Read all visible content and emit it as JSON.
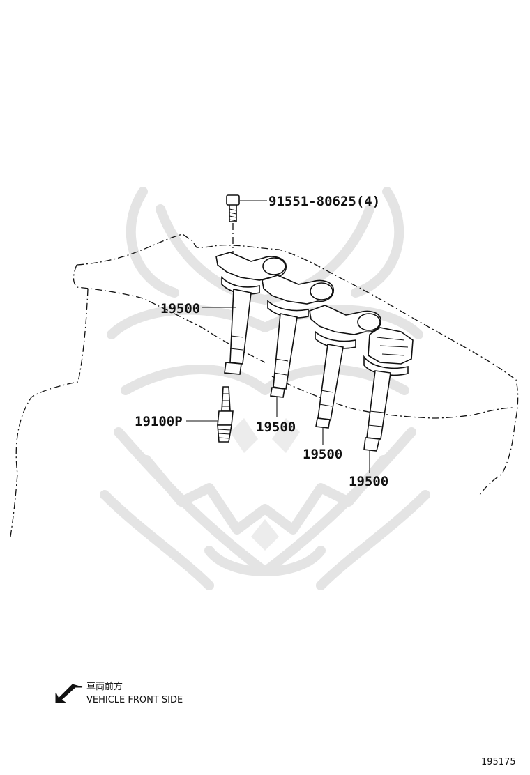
{
  "diagram": {
    "callouts": [
      {
        "id": "bolt",
        "label": "91551-80625(4)"
      },
      {
        "id": "coil-1",
        "label": "19500"
      },
      {
        "id": "coil-2",
        "label": "19500"
      },
      {
        "id": "coil-3",
        "label": "19500"
      },
      {
        "id": "coil-4",
        "label": "19500"
      },
      {
        "id": "spark-plug",
        "label": "19100P"
      }
    ],
    "direction_note": {
      "japanese": "車両前方",
      "english": "VEHICLE FRONT SIDE",
      "icon": "arrow-down-left-icon"
    },
    "figure_number": "195175"
  }
}
